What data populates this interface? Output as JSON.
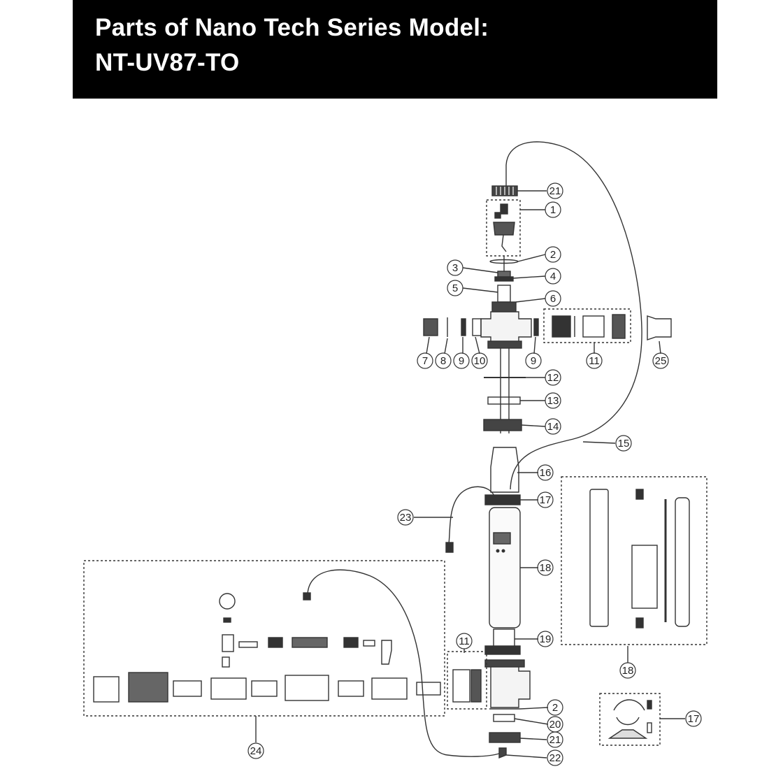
{
  "header": {
    "line1": "Parts of  Nano Tech Series Model:",
    "line2": "NT-UV87-TO"
  },
  "callouts": [
    {
      "id": "c21a",
      "label": "21"
    },
    {
      "id": "c1",
      "label": "1"
    },
    {
      "id": "c2a",
      "label": "2"
    },
    {
      "id": "c3",
      "label": "3"
    },
    {
      "id": "c4",
      "label": "4"
    },
    {
      "id": "c5",
      "label": "5"
    },
    {
      "id": "c6",
      "label": "6"
    },
    {
      "id": "c7",
      "label": "7"
    },
    {
      "id": "c8",
      "label": "8"
    },
    {
      "id": "c9a",
      "label": "9"
    },
    {
      "id": "c10",
      "label": "10"
    },
    {
      "id": "c9b",
      "label": "9"
    },
    {
      "id": "c11a",
      "label": "11"
    },
    {
      "id": "c25",
      "label": "25"
    },
    {
      "id": "c12",
      "label": "12"
    },
    {
      "id": "c13",
      "label": "13"
    },
    {
      "id": "c14",
      "label": "14"
    },
    {
      "id": "c15",
      "label": "15"
    },
    {
      "id": "c16",
      "label": "16"
    },
    {
      "id": "c17a",
      "label": "17"
    },
    {
      "id": "c23",
      "label": "23"
    },
    {
      "id": "c18a",
      "label": "18"
    },
    {
      "id": "c19",
      "label": "19"
    },
    {
      "id": "c11b",
      "label": "11"
    },
    {
      "id": "c18b",
      "label": "18"
    },
    {
      "id": "c2b",
      "label": "2"
    },
    {
      "id": "c20",
      "label": "20"
    },
    {
      "id": "c17b",
      "label": "17"
    },
    {
      "id": "c21b",
      "label": "21"
    },
    {
      "id": "c24",
      "label": "24"
    },
    {
      "id": "c22",
      "label": "22"
    }
  ]
}
